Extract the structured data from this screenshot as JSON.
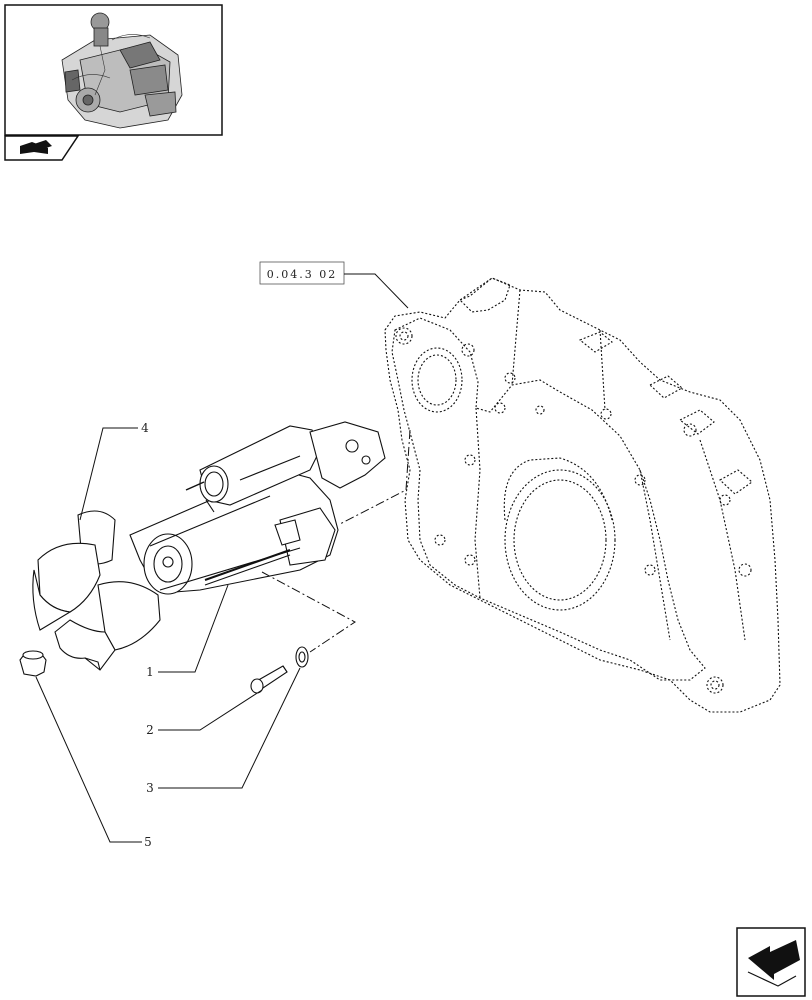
{
  "reference": {
    "label": "0.04.3 02"
  },
  "callouts": [
    {
      "id": "1",
      "label": "1"
    },
    {
      "id": "2",
      "label": "2"
    },
    {
      "id": "3",
      "label": "3"
    },
    {
      "id": "4",
      "label": "4"
    },
    {
      "id": "5",
      "label": "5"
    }
  ],
  "icons": {
    "thumbnail": "engine-thumbnail-icon",
    "tab": "book-tab-icon",
    "nav": "next-page-arrow-icon"
  },
  "colors": {
    "line": "#1a1a1a",
    "background": "#ffffff"
  }
}
